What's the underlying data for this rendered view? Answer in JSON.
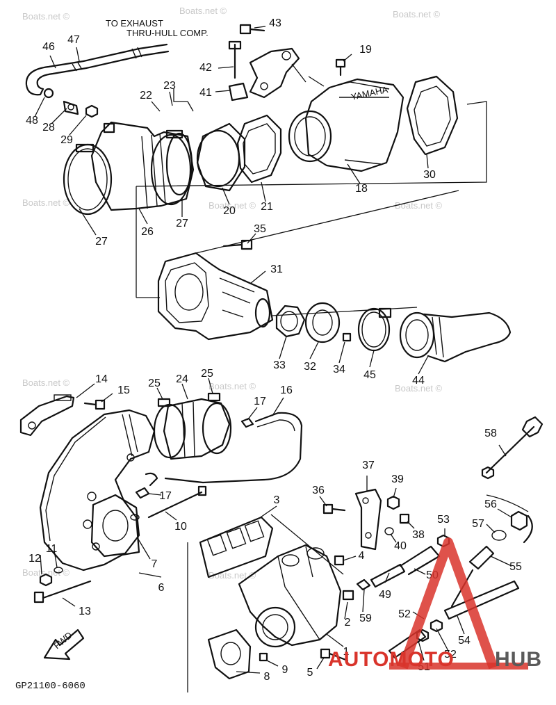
{
  "header_note": {
    "line1": "TO EXHAUST",
    "line2": "THRU-HULL COMP."
  },
  "drawing_code": "GP21100-6060",
  "fwd_label": "FWD",
  "watermark": "Boats.net ©",
  "logo": {
    "part1": "AUTOMOTO",
    "part2": "HUB",
    "accent": "#d9342b"
  },
  "parts": [
    {
      "id": "p43",
      "n": "43"
    },
    {
      "id": "p46",
      "n": "46"
    },
    {
      "id": "p47",
      "n": "47"
    },
    {
      "id": "p19",
      "n": "19"
    },
    {
      "id": "p42",
      "n": "42"
    },
    {
      "id": "p41",
      "n": "41"
    },
    {
      "id": "p22",
      "n": "22"
    },
    {
      "id": "p23",
      "n": "23"
    },
    {
      "id": "p48",
      "n": "48"
    },
    {
      "id": "p28",
      "n": "28"
    },
    {
      "id": "p29",
      "n": "29"
    },
    {
      "id": "p30",
      "n": "30"
    },
    {
      "id": "p18",
      "n": "18"
    },
    {
      "id": "p27a",
      "n": "27"
    },
    {
      "id": "p26",
      "n": "26"
    },
    {
      "id": "p27b",
      "n": "27"
    },
    {
      "id": "p20",
      "n": "20"
    },
    {
      "id": "p21",
      "n": "21"
    },
    {
      "id": "p35",
      "n": "35"
    },
    {
      "id": "p31",
      "n": "31"
    },
    {
      "id": "p33",
      "n": "33"
    },
    {
      "id": "p32",
      "n": "32"
    },
    {
      "id": "p34",
      "n": "34"
    },
    {
      "id": "p45",
      "n": "45"
    },
    {
      "id": "p44",
      "n": "44"
    },
    {
      "id": "p14",
      "n": "14"
    },
    {
      "id": "p15",
      "n": "15"
    },
    {
      "id": "p25a",
      "n": "25"
    },
    {
      "id": "p24",
      "n": "24"
    },
    {
      "id": "p25b",
      "n": "25"
    },
    {
      "id": "p16",
      "n": "16"
    },
    {
      "id": "p17a",
      "n": "17"
    },
    {
      "id": "p58",
      "n": "58"
    },
    {
      "id": "p37",
      "n": "37"
    },
    {
      "id": "p17b",
      "n": "17"
    },
    {
      "id": "p36",
      "n": "36"
    },
    {
      "id": "p39",
      "n": "39"
    },
    {
      "id": "p10",
      "n": "10"
    },
    {
      "id": "p3",
      "n": "3"
    },
    {
      "id": "p56",
      "n": "56"
    },
    {
      "id": "p57",
      "n": "57"
    },
    {
      "id": "p53",
      "n": "53"
    },
    {
      "id": "p38",
      "n": "38"
    },
    {
      "id": "p40",
      "n": "40"
    },
    {
      "id": "p4",
      "n": "4"
    },
    {
      "id": "p55",
      "n": "55"
    },
    {
      "id": "p12",
      "n": "12"
    },
    {
      "id": "p11",
      "n": "11"
    },
    {
      "id": "p7",
      "n": "7"
    },
    {
      "id": "p50",
      "n": "50"
    },
    {
      "id": "p6",
      "n": "6"
    },
    {
      "id": "p49",
      "n": "49"
    },
    {
      "id": "p13",
      "n": "13"
    },
    {
      "id": "p2",
      "n": "2"
    },
    {
      "id": "p59",
      "n": "59"
    },
    {
      "id": "p52a",
      "n": "52"
    },
    {
      "id": "p54",
      "n": "54"
    },
    {
      "id": "p1",
      "n": "1"
    },
    {
      "id": "p52b",
      "n": "52"
    },
    {
      "id": "p51",
      "n": "51"
    },
    {
      "id": "p8",
      "n": "8"
    },
    {
      "id": "p9",
      "n": "9"
    },
    {
      "id": "p5",
      "n": "5"
    }
  ]
}
